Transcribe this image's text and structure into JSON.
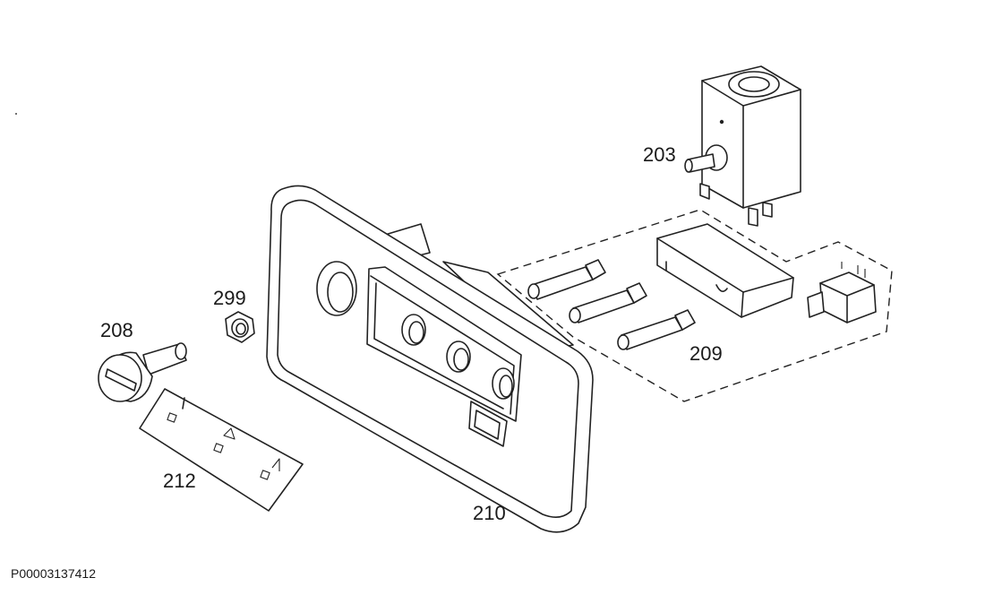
{
  "part_labels": {
    "p203": "203",
    "p208": "208",
    "p209": "209",
    "p210": "210",
    "p212": "212",
    "p299": "299"
  },
  "drawing_code": "P00003137412"
}
